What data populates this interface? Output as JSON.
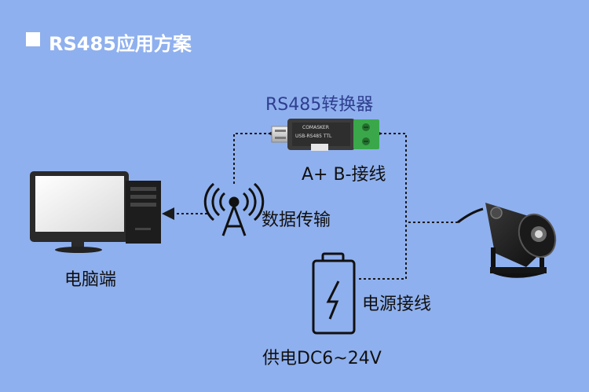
{
  "header": {
    "title": "RS485应用方案"
  },
  "converter": {
    "title": "RS485转换器",
    "wiring": "A+ B-接线"
  },
  "antenna": {
    "label": "数据传输"
  },
  "computer": {
    "label": "电脑端"
  },
  "power": {
    "wiring": "电源接线",
    "supply": "供电DC6~24V"
  },
  "colors": {
    "background": "#8fb0ee",
    "accent": "#2e3f8f",
    "terminal": "#3aa84a"
  }
}
